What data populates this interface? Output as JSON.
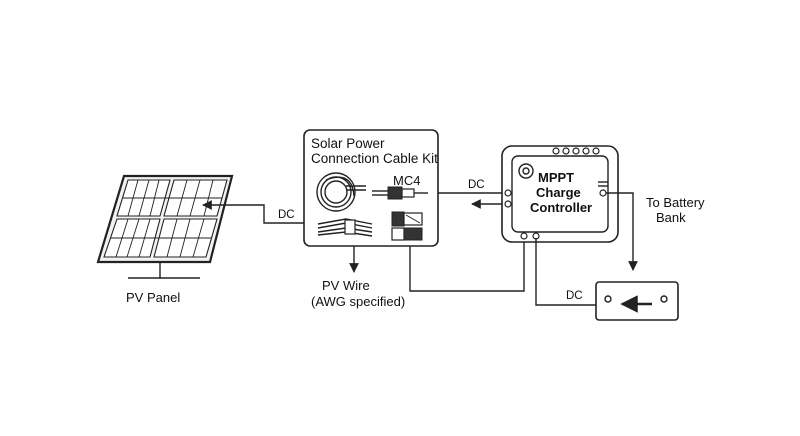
{
  "colors": {
    "line": "#222222",
    "background": "#ffffff",
    "panel_cell": "#ffffff"
  },
  "labels": {
    "kit_title_line1": "Solar Power",
    "kit_title_line2": "Connection Cable Kit",
    "mc4": "MC4",
    "controller_line1": "MPPT",
    "controller_line2": "Charge",
    "controller_line3": "Controller",
    "battery_line1": "To Battery",
    "battery_line2": "Bank",
    "pv_panel": "PV Panel",
    "pv_wire_line1": "PV Wire",
    "pv_wire_line2": "(AWG specified)",
    "dc_panel": "DC",
    "dc_kit_controller": "DC",
    "dc_battery": "DC"
  },
  "icons": {
    "panel": "solar-panel-icon",
    "cable_coil": "cable-coil-icon",
    "mc4_connector": "mc4-connector-icon",
    "battery": "battery-icon"
  }
}
